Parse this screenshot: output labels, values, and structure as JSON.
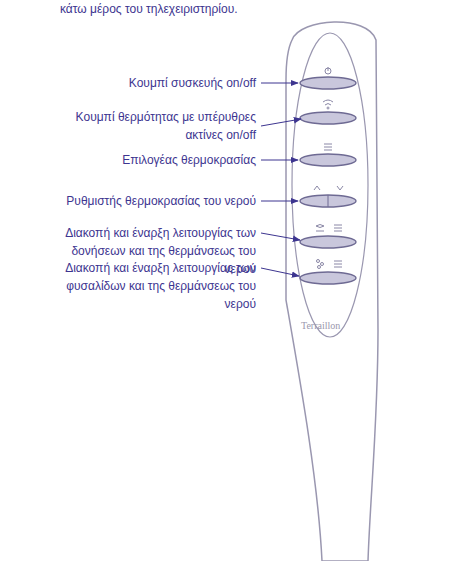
{
  "diagram": {
    "labels": [
      "κάτω μέρος του τηλεχειριστηρίου.",
      "Κουμπί συσκευής on/off",
      "Κουμπί θερμότητας με υπέρυθρες ακτίνες on/off",
      "Επιλογέας θερμοκρασίας",
      "Ρυθμιστής θερμοκρασίας του νερού",
      "Διακοπή και έναρξη λειτουργίας των δονήσεων και της θερμάνσεως του νερού",
      "Διακοπή και έναρξη λειτουργίας των φυσαλίδων και της θερμάνσεως του νερού",
      "Terraillon"
    ]
  }
}
